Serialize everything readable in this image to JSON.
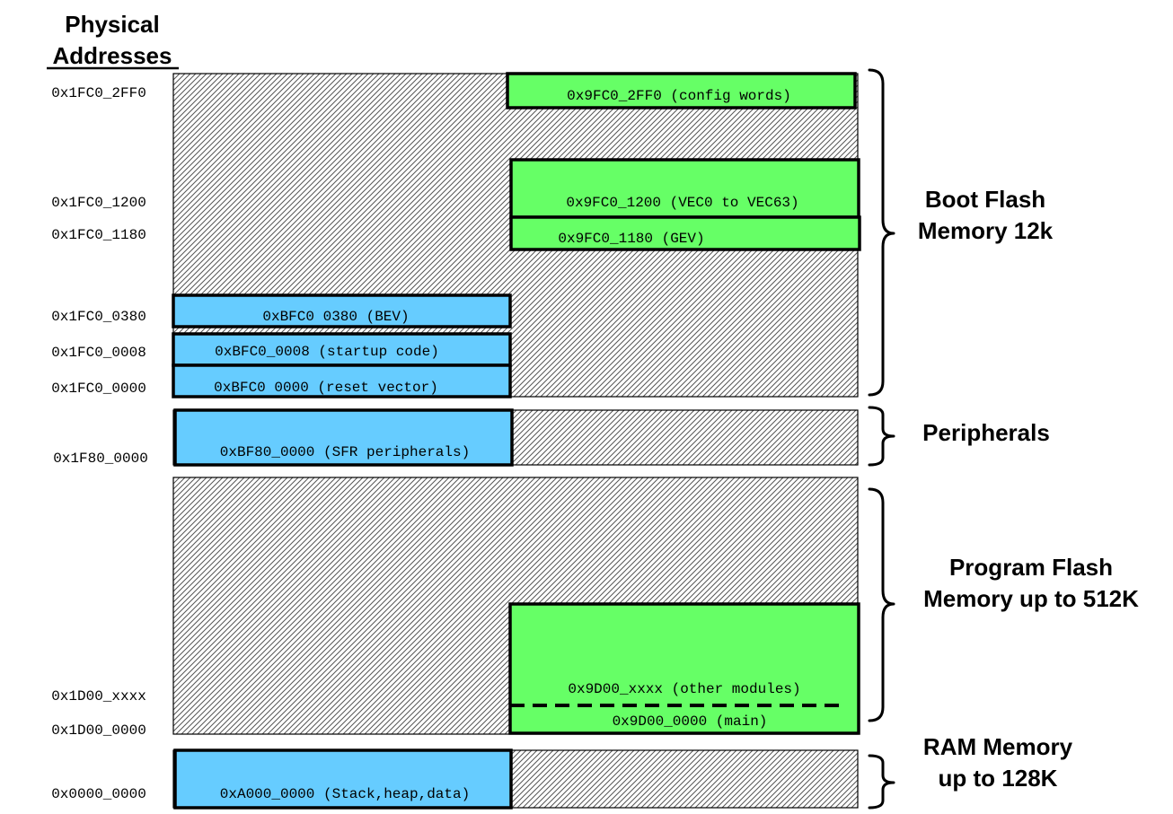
{
  "header": {
    "line1": "Physical",
    "line2": "Addresses"
  },
  "colors": {
    "green": "#66ff66",
    "blue": "#66ccff",
    "hatch": "#555555"
  },
  "physical_addresses": [
    "0x1FC0_2FF0",
    "0x1FC0_1200",
    "0x1FC0_1180",
    "0x1FC0_0380",
    "0x1FC0_0008",
    "0x1FC0_0000",
    "0x1F80_0000",
    "0x1D00_xxxx",
    "0x1D00_0000",
    "0x0000_0000"
  ],
  "boxes": [
    "0x9FC0_2FF0 (config words)",
    "0x9FC0_1200 (VEC0 to VEC63)",
    "0x9FC0_1180 (GEV)",
    "0xBFC0 0380 (BEV)",
    "0xBFC0_0008 (startup code)",
    "0xBFC0 0000 (reset vector)",
    "0xBF80_0000 (SFR peripherals)",
    "0x9D00_xxxx (other modules)",
    "0x9D00_0000 (main)",
    "0xA000_0000 (Stack,heap,data)"
  ],
  "regions": [
    {
      "line1": "Boot Flash",
      "line2": "Memory 12k"
    },
    {
      "line1": "Peripherals",
      "line2": ""
    },
    {
      "line1": "Program Flash",
      "line2": "Memory up to 512K"
    },
    {
      "line1": "RAM Memory",
      "line2": "up to 128K"
    }
  ]
}
